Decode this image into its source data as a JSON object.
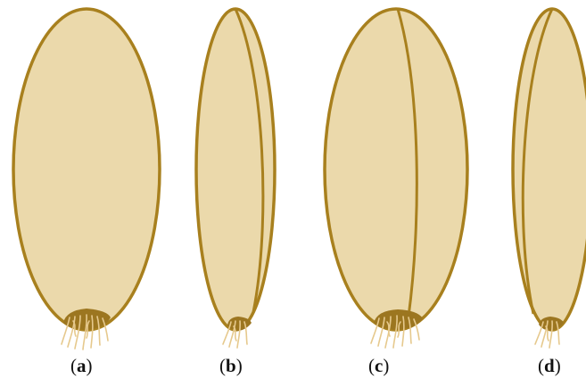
{
  "colors": {
    "seed_fill": "#EBD9AB",
    "seed_outline": "#A8801E",
    "germ_fill": "#9C7620",
    "hairs": "#E6C98D"
  },
  "panels": [
    {
      "id": "a",
      "label_open": "(",
      "label_letter": "a",
      "label_close": ")",
      "view": "seed-view-front"
    },
    {
      "id": "b",
      "label_open": "(",
      "label_letter": "b",
      "label_close": ")",
      "view": "seed-view-side"
    },
    {
      "id": "c",
      "label_open": "(",
      "label_letter": "c",
      "label_close": ")",
      "view": "seed-view-crease"
    },
    {
      "id": "d",
      "label_open": "(",
      "label_letter": "d",
      "label_close": ")",
      "view": "seed-view-edge"
    }
  ]
}
